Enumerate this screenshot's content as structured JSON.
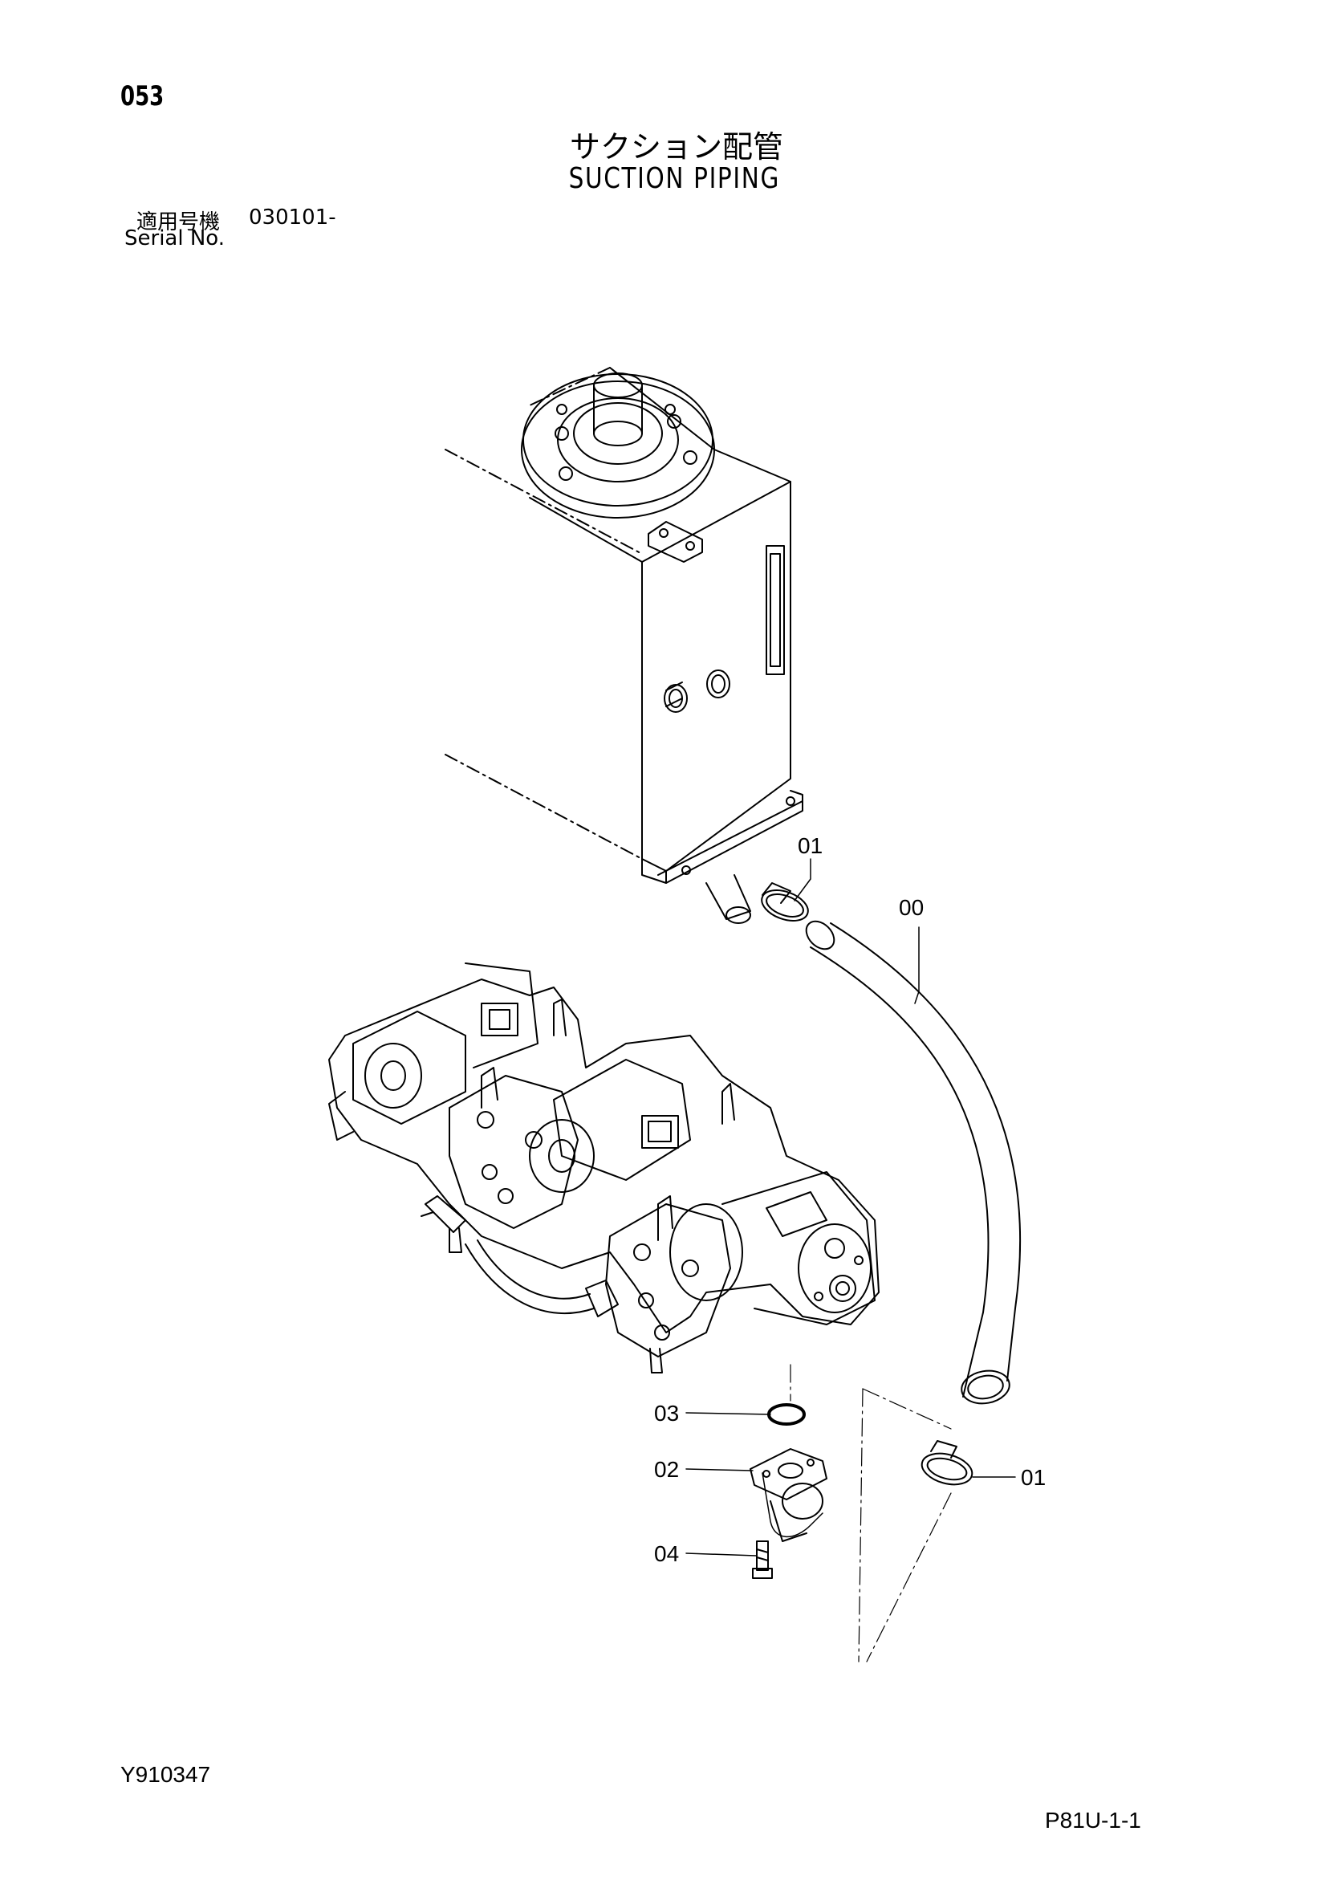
{
  "header": {
    "page_code": "053",
    "title_jp": "サクション配管",
    "title_en": "SUCTION PIPING",
    "serial_label_jp": "適用号機",
    "serial_range": "030101-",
    "serial_label_en": "Serial No."
  },
  "callouts": [
    {
      "id": "01",
      "part": "hose-clamp-upper"
    },
    {
      "id": "00",
      "part": "suction-hose"
    },
    {
      "id": "03",
      "part": "o-ring"
    },
    {
      "id": "02",
      "part": "flange"
    },
    {
      "id": "04",
      "part": "bolt"
    },
    {
      "id": "01",
      "part": "hose-clamp-lower"
    }
  ],
  "footer": {
    "doc_id": "Y910347",
    "sheet_id": "P81U-1-1"
  }
}
